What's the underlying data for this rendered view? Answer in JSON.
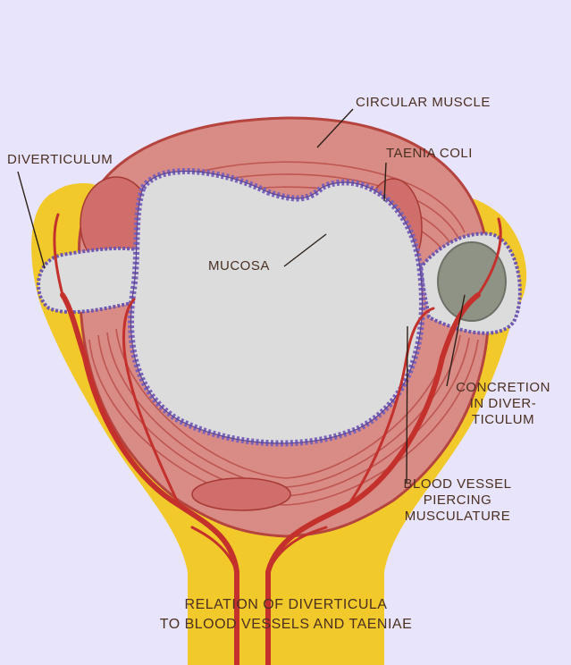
{
  "labels": {
    "circular_muscle": "CIRCULAR  MUSCLE",
    "taenia_coli": "TAENIA COLI",
    "diverticulum": "DIVERTICULUM",
    "mucosa": "MUCOSA",
    "concretion_1": "CONCRETION",
    "concretion_2": "IN DIVER-",
    "concretion_3": "TICULUM",
    "blood_vessel_1": "BLOOD VESSEL",
    "blood_vessel_2": "PIERCING",
    "blood_vessel_3": "MUSCULATURE"
  },
  "caption": {
    "line1": "RELATION OF DIVERTICULA",
    "line2": "TO BLOOD VESSELS AND TAENIAE"
  },
  "colors": {
    "background": "#e8e4fb",
    "fat": "#f2c92a",
    "muscle": "#d98b86",
    "muscle_stripe": "#b5443f",
    "vessel": "#c4312c",
    "mucosa_line": "#6f57ad",
    "lumen": "#dcdcdc",
    "concretion": "#8e9386",
    "text": "#4a2f22"
  }
}
